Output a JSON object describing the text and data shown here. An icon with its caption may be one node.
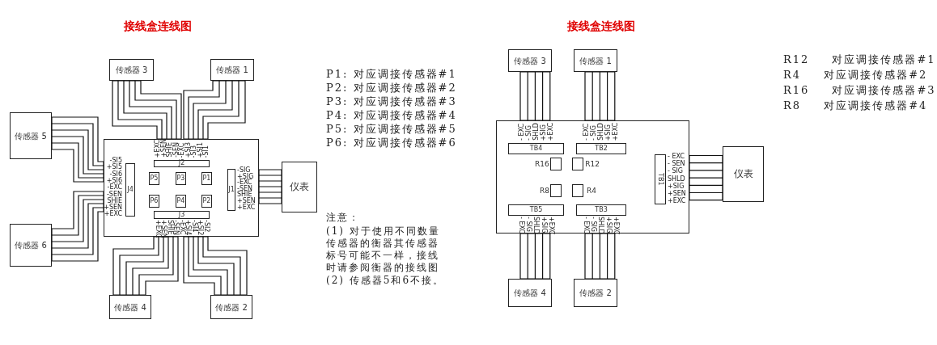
{
  "diagram": {
    "title": "接线盒连线图",
    "nodes": [
      {
        "text": [
          "传感器 3"
        ]
      },
      {
        "text": [
          "传感器 1"
        ]
      },
      {
        "text": [
          "传感器 5"
        ]
      },
      {
        "text": [],
        "shape": "box"
      },
      {
        "text": [
          "J2"
        ],
        "in": 3,
        "beside": [
          "+EXC",
          "+SEN",
          "SHIE",
          "-SEN",
          "-EXC",
          "+SI3",
          "-SI3",
          "+SI1",
          "-SI1"
        ]
      },
      {
        "text": [
          "P5"
        ],
        "in": 3
      },
      {
        "text": [
          "P3"
        ],
        "in": 3
      },
      {
        "text": [
          "P1"
        ],
        "in": 3
      },
      {
        "text": [
          "J4"
        ],
        "in": 3,
        "beside": [
          "-SI5",
          "+SI5",
          "-SI6",
          "+SI6",
          "-EXC",
          "-SEN",
          "SHIE",
          "+SEN",
          "+EXC"
        ]
      },
      {
        "text": [
          "J1"
        ],
        "in": 3,
        "beside": [
          "-SIG",
          "+SIG",
          "-EXC",
          "-SEN",
          "SHIE",
          "+SEN",
          "+EXC"
        ]
      },
      {
        "text": [
          "P6"
        ],
        "in": 3
      },
      {
        "text": [
          "P4"
        ],
        "in": 3
      },
      {
        "text": [
          "P2"
        ],
        "in": 3
      },
      {
        "text": [
          "J3"
        ],
        "in": 3,
        "beside": [
          "+EXC",
          "+SEN",
          "SHIE",
          "-SEN",
          "-EXC",
          "+SI4",
          "-SI4",
          "+SI2",
          "-SI2"
        ]
      },
      {
        "text": [
          "仪表"
        ]
      },
      {
        "text": [
          "传感器 6"
        ]
      },
      {
        "text": [
          "传感器 4"
        ]
      },
      {
        "text": [
          "传感器 2"
        ]
      },
      {
        "text": [
          "传感器 3"
        ]
      },
      {
        "text": [
          "传感器 1"
        ]
      },
      {
        "text": [],
        "shape": "box"
      },
      {
        "text": [
          "TB4"
        ],
        "in": 20,
        "beside": [
          "- EXC",
          "- SIG",
          "SHLD",
          "+SIG",
          "+EXC"
        ]
      },
      {
        "text": [
          "TB2"
        ],
        "in": 20,
        "beside": [
          "- EXC",
          "- SIG",
          "SHLD",
          "+SIG",
          "+EXC"
        ]
      },
      {
        "text": [
          "R16"
        ],
        "in": 20
      },
      {
        "text": [
          "R12"
        ],
        "in": 20
      },
      {
        "text": [
          "TB1"
        ],
        "in": 20,
        "beside": [
          "- EXC",
          "- SEN",
          "- SIG",
          "SHLD",
          "+SIG",
          "+SEN",
          "+EXC"
        ]
      },
      {
        "text": [
          "R8"
        ],
        "in": 20
      },
      {
        "text": [
          "R4"
        ],
        "in": 20
      },
      {
        "text": [
          "TB5"
        ],
        "in": 20,
        "beside": [
          "- EXC",
          "- SIG",
          "SHLD",
          "+SIG",
          "+EXC"
        ]
      },
      {
        "text": [
          "TB3"
        ],
        "in": 20,
        "beside": [
          "- EXC",
          "- SIG",
          "SHLD",
          "+SIG",
          "+EXC"
        ]
      },
      {
        "text": [
          "仪表"
        ]
      },
      {
        "text": [
          "传感器 4"
        ]
      },
      {
        "text": [
          "传感器 2"
        ]
      }
    ],
    "edges": [
      {
        "from": 0,
        "to": 4,
        "arrow": "none"
      },
      {
        "from": 1,
        "to": 4,
        "arrow": "none"
      },
      {
        "from": 2,
        "to": 8,
        "arrow": "none"
      },
      {
        "from": 15,
        "to": 8,
        "arrow": "none"
      },
      {
        "from": 16,
        "to": 13,
        "arrow": "none"
      },
      {
        "from": 17,
        "to": 13,
        "arrow": "none"
      },
      {
        "from": 9,
        "to": 14,
        "arrow": "none"
      },
      {
        "from": 18,
        "to": 21,
        "arrow": "none"
      },
      {
        "from": 19,
        "to": 22,
        "arrow": "none"
      },
      {
        "from": 31,
        "to": 28,
        "arrow": "none"
      },
      {
        "from": 32,
        "to": 29,
        "arrow": "none"
      },
      {
        "from": 25,
        "to": 30,
        "arrow": "none"
      }
    ],
    "labels": [
      "接线盒连线图",
      "P1: 对应调接传感器#1",
      "P2: 对应调接传感器#2",
      "P3: 对应调接传感器#3",
      "P4: 对应调接传感器#4",
      "P5: 对应调接传感器#5",
      "P6: 对应调接传感器#6",
      "注意：",
      "(1) 对于使用不同数量传感器的衡器其传感器标号可能不一样，接线时请参阅衡器的接线图",
      "(2) 传感器5和6不接。",
      "R12 对应调接传感器#1",
      "R4 对应调接传感器#2",
      "R16 对应调接传感器#3",
      "R8 对应调接传感器#4"
    ]
  }
}
